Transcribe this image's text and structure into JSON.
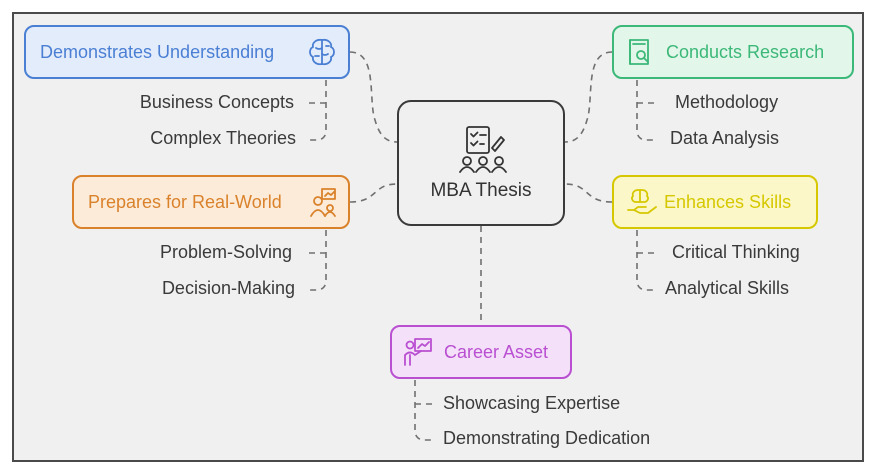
{
  "center": {
    "title": "MBA Thesis",
    "icon": "thesis-team-icon"
  },
  "branches": {
    "understanding": {
      "title": "Demonstrates Understanding",
      "icon": "brain-icon",
      "color": "#4a7fd4",
      "fill": "#e3ecfb",
      "items": [
        "Business Concepts",
        "Complex Theories"
      ]
    },
    "research": {
      "title": "Conducts Research",
      "icon": "book-search-icon",
      "color": "#3cb878",
      "fill": "#e2f6ea",
      "items": [
        "Methodology",
        "Data Analysis"
      ]
    },
    "realworld": {
      "title": "Prepares for Real-World",
      "icon": "presenter-chart-icon",
      "color": "#d9822b",
      "fill": "#fdebd9",
      "items": [
        "Problem-Solving",
        "Decision-Making"
      ]
    },
    "skills": {
      "title": "Enhances Skills",
      "icon": "hand-brain-icon",
      "color": "#d6c800",
      "fill": "#fbf7c9",
      "items": [
        "Critical Thinking",
        "Analytical Skills"
      ]
    },
    "career": {
      "title": "Career Asset",
      "icon": "presentation-icon",
      "color": "#b94fd1",
      "fill": "#f5e0fa",
      "items": [
        "Showcasing Expertise",
        "Demonstrating Dedication"
      ]
    }
  }
}
